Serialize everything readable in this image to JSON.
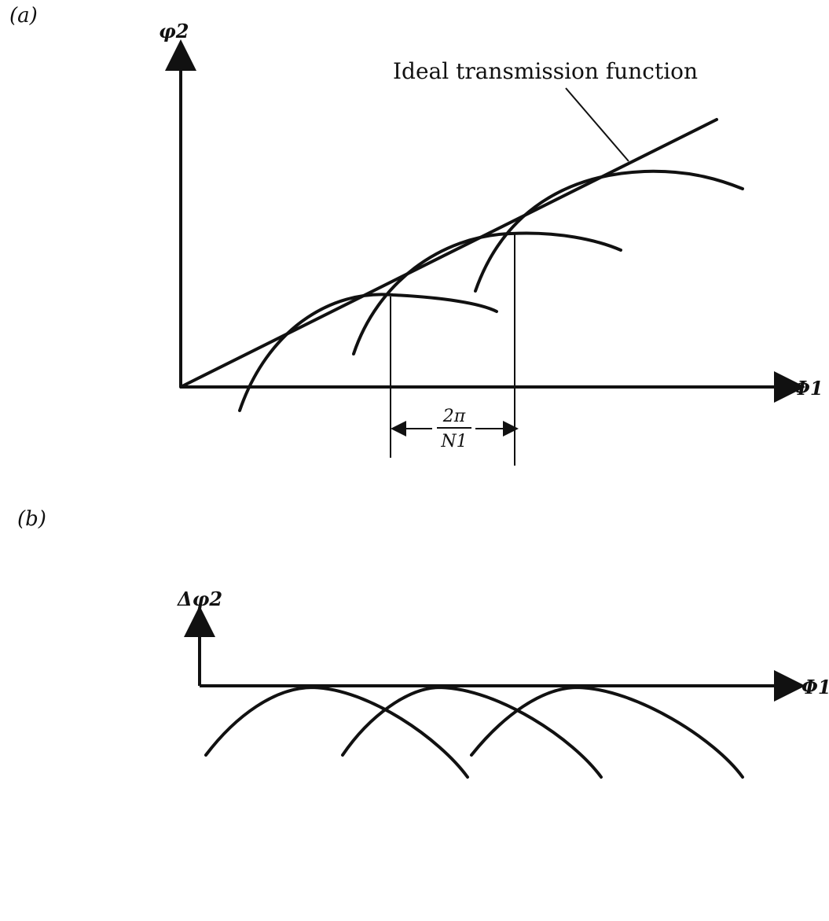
{
  "panel_a": {
    "label": "(a)",
    "y_axis_label": "φ2",
    "x_axis_label": "Φ1",
    "annotation": "Ideal transmission function",
    "interval_numerator": "2π",
    "interval_denominator": "N1"
  },
  "panel_b": {
    "label": "(b)",
    "y_axis_label": "Δφ2",
    "x_axis_label": "Φ1"
  }
}
